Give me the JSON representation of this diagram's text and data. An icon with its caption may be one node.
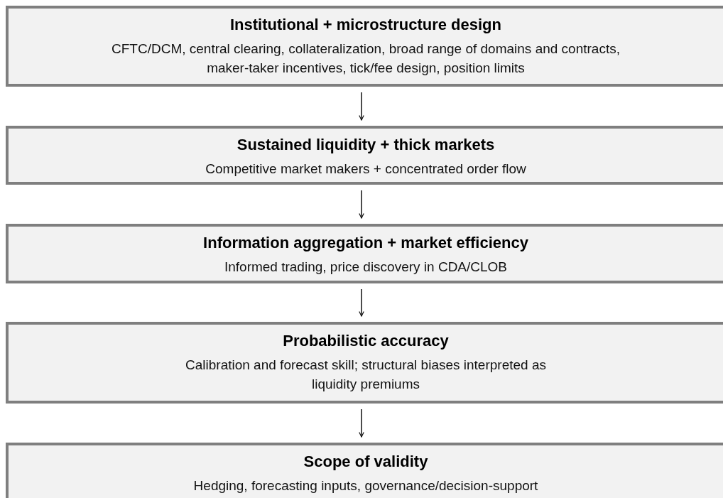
{
  "diagram": {
    "nodes": [
      {
        "text": [
          "Institutional + microstructure design",
          "CFTC/DCM, central clearing, collateralization, broad range of domains and contracts, maker-taker incentives, tick/fee design, position limits"
        ]
      },
      {
        "text": [
          "Sustained liquidity + thick markets",
          "Competitive market makers + concentrated order flow"
        ]
      },
      {
        "text": [
          "Information aggregation + market efficiency",
          "Informed trading, price discovery in CDA/CLOB"
        ]
      },
      {
        "text": [
          "Probabilistic accuracy",
          "Calibration and forecast skill; structural biases interpreted as liquidity premiums"
        ]
      },
      {
        "text": [
          "Scope of validity",
          "Hedging, forecasting inputs, governance/decision-support"
        ]
      }
    ],
    "edges": [
      {
        "from": 0,
        "to": 1,
        "arrow": "to"
      },
      {
        "from": 1,
        "to": 2,
        "arrow": "to"
      },
      {
        "from": 2,
        "to": 3,
        "arrow": "to"
      },
      {
        "from": 3,
        "to": 4,
        "arrow": "to"
      }
    ]
  }
}
